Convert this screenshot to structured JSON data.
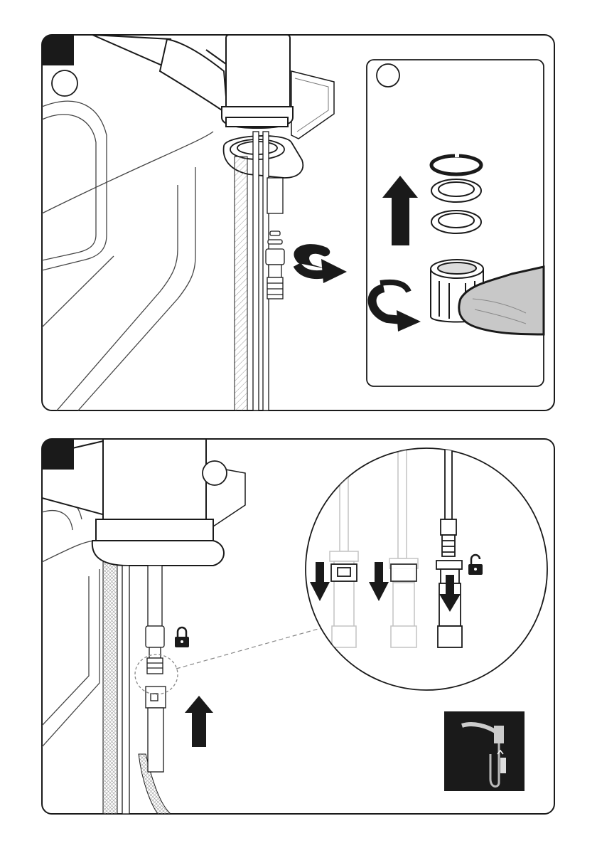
{
  "document": {
    "type": "installation-instructions",
    "steps": [
      {
        "step_tab": "",
        "detail_callouts": [
          "",
          ""
        ],
        "actions": [
          "arrow-up-icon",
          "rotate-counterclockwise-icon",
          "rotate-clockwise-icon"
        ],
        "parts": [
          "retaining-ring",
          "washer",
          "washer",
          "threaded-nut"
        ]
      },
      {
        "step_tab": "",
        "detail_callouts": [
          ""
        ],
        "actions": [
          "arrow-up-icon",
          "arrow-down-icon",
          "lock-icon",
          "unlock-icon"
        ],
        "thumbnail": "pull-out-hose-connection-icon"
      }
    ],
    "colors": {
      "ink": "#1a1a1a",
      "tab": "#1a1a1a",
      "thumbnail_bg": "#1a1a1a",
      "hatch": "#8a8a8a"
    }
  }
}
